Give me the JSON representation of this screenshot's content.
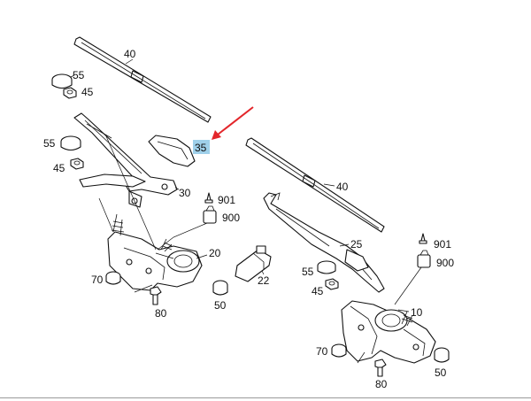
{
  "diagram": {
    "highlight_color": "#9fd0ea",
    "arrow_color": "#e3262b",
    "line_color": "#111111",
    "labels": {
      "l40a": "40",
      "l40b": "40",
      "l55a": "55",
      "l45a": "45",
      "l55b": "55",
      "l45b": "45",
      "l35": "35",
      "l30": "30",
      "l901a": "901",
      "l900a": "900",
      "l25": "25",
      "l901b": "901",
      "l900b": "900",
      "l20": "20",
      "l22": "22",
      "l55c": "55",
      "l45c": "45",
      "l70a": "70",
      "l80a": "80",
      "l50a": "50",
      "l10": "10",
      "l70b": "70",
      "l80b": "80",
      "l50b": "50"
    }
  }
}
